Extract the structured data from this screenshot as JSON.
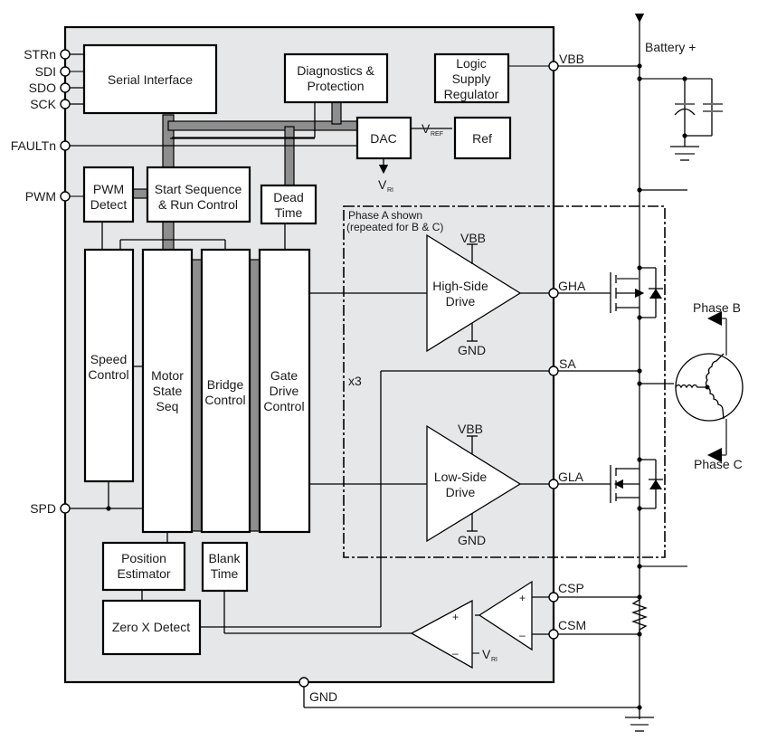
{
  "diagram": {
    "title": "Motor driver IC block diagram",
    "left_pins": [
      "STRn",
      "SDI",
      "SDO",
      "SCK",
      "FAULTn",
      "PWM",
      "SPD"
    ],
    "right_pins": [
      "VBB",
      "GHA",
      "SA",
      "GLA",
      "CSP",
      "CSM"
    ],
    "bottom_pins": [
      "GND"
    ],
    "blocks": {
      "serial_interface": "Serial Interface",
      "diagnostics_l1": "Diagnostics &",
      "diagnostics_l2": "Protection",
      "logic_l1": "Logic",
      "logic_l2": "Supply",
      "logic_l3": "Regulator",
      "dac": "DAC",
      "ref": "Ref",
      "pwm_detect_l1": "PWM",
      "pwm_detect_l2": "Detect",
      "start_seq_l1": "Start Sequence",
      "start_seq_l2": "& Run Control",
      "dead_time_l1": "Dead",
      "dead_time_l2": "Time",
      "speed_l1": "Speed",
      "speed_l2": "Control",
      "motor_l1": "Motor",
      "motor_l2": "State",
      "motor_l3": "Seq",
      "bridge_l1": "Bridge",
      "bridge_l2": "Control",
      "gate_l1": "Gate",
      "gate_l2": "Drive",
      "gate_l3": "Control",
      "position_l1": "Position",
      "position_l2": "Estimator",
      "blank_l1": "Blank",
      "blank_l2": "Time",
      "zero_x": "Zero X Detect",
      "high_side_l1": "High-Side",
      "high_side_l2": "Drive",
      "low_side_l1": "Low-Side",
      "low_side_l2": "Drive"
    },
    "signals": {
      "v": "V",
      "vref_sub": "REF",
      "vri_sub": "RI",
      "vbb": "VBB",
      "gnd": "GND",
      "plus": "+",
      "minus": "–"
    },
    "phase_note_l1": "Phase A shown",
    "phase_note_l2": "(repeated for B & C)",
    "multiplier": "x3",
    "external": {
      "battery": "Battery +",
      "phase_b": "Phase B",
      "phase_c": "Phase C"
    },
    "colors": {
      "chip_fill": "#e6e7e8",
      "bus_fill": "#8e8e8e",
      "line": "#000000"
    }
  }
}
